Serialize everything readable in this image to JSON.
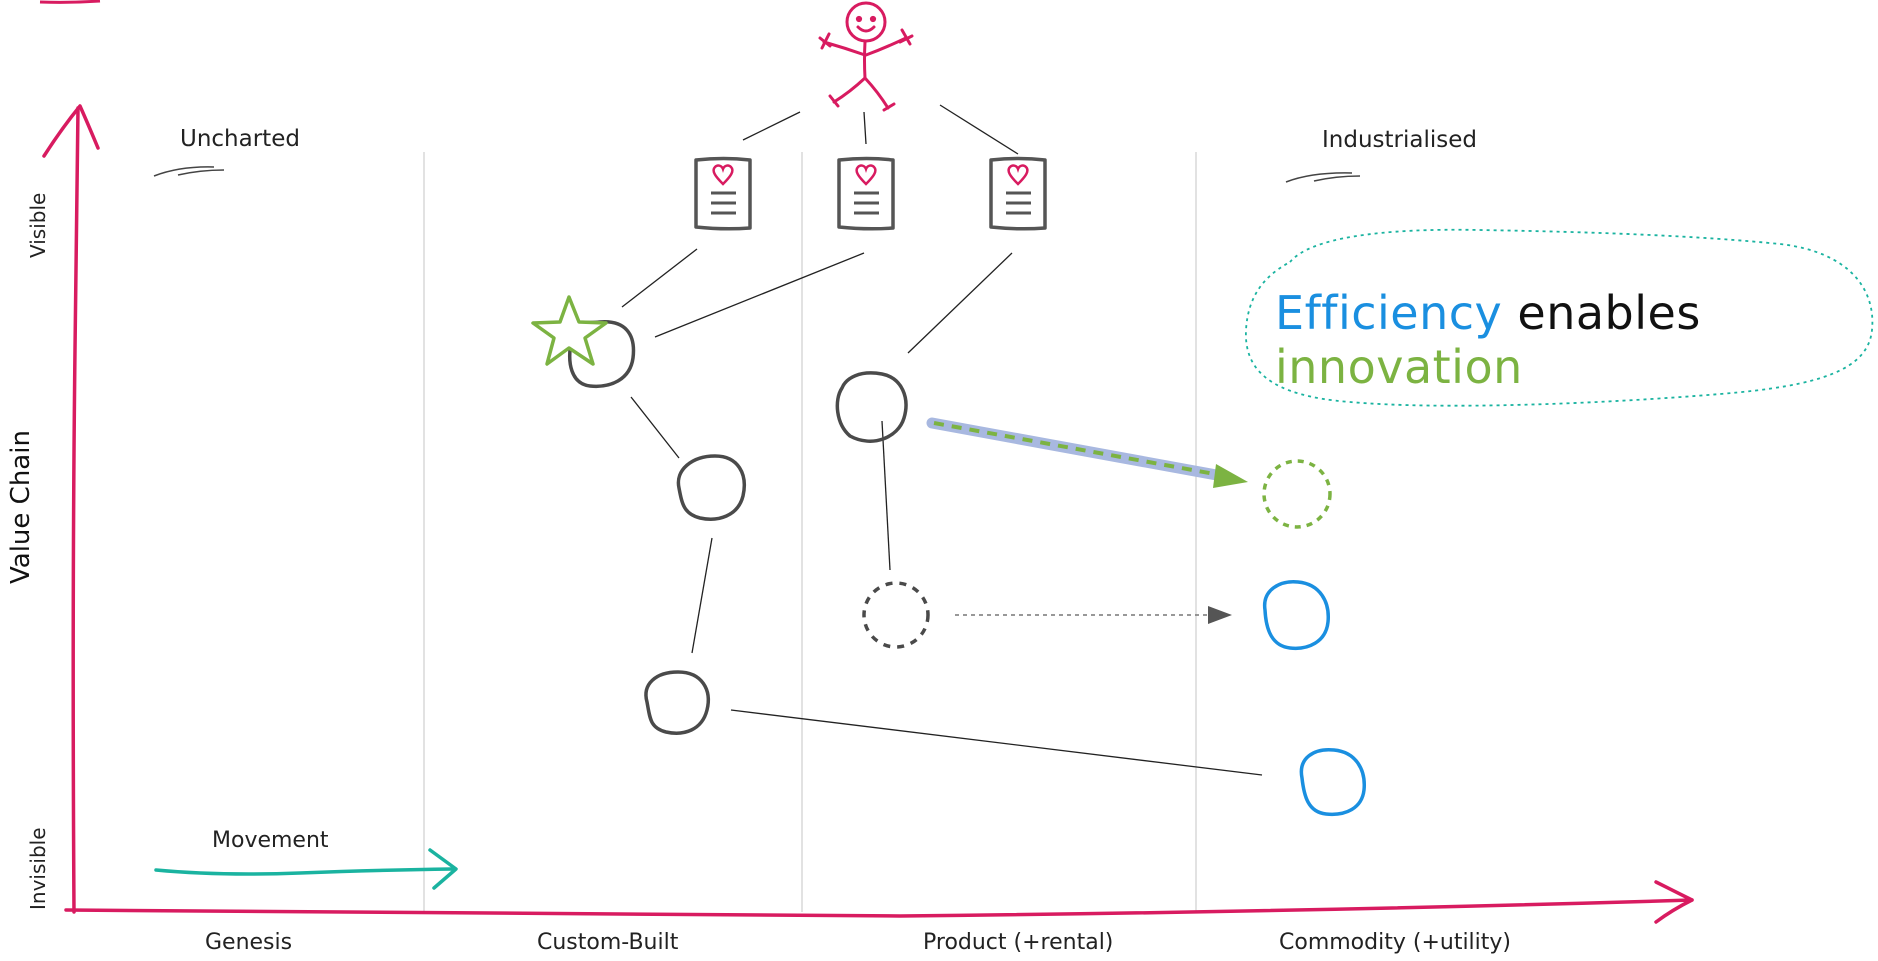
{
  "axes": {
    "y_title": "Value Chain",
    "y_top": "Visible",
    "y_bottom": "Invisible",
    "x_stages": [
      "Genesis",
      "Custom-Built",
      "Product (+rental)",
      "Commodity (+utility)"
    ]
  },
  "annotations": {
    "uncharted": "Uncharted",
    "industrialised": "Industrialised",
    "movement": "Movement"
  },
  "quote": {
    "word1": "Efficiency",
    "word2": " enables ",
    "word3": "innovation"
  },
  "colors": {
    "axis": "#d81b60",
    "stick_figure": "#d81b60",
    "node_default": "#4a4a4a",
    "node_commodity": "#1a8fe0",
    "star": "#7cb342",
    "movement_arrow": "#1ab3a0",
    "evolution_band": "#a8b8e0",
    "evolution_dash": "#7cb342",
    "quote_blue": "#1a8fe0",
    "quote_green": "#7cb342",
    "quote_border": "#1ab3a0",
    "heart": "#d81b60"
  },
  "icons": {
    "user": "stick-figure-icon",
    "need": "document-heart-icon",
    "star": "star-icon"
  }
}
